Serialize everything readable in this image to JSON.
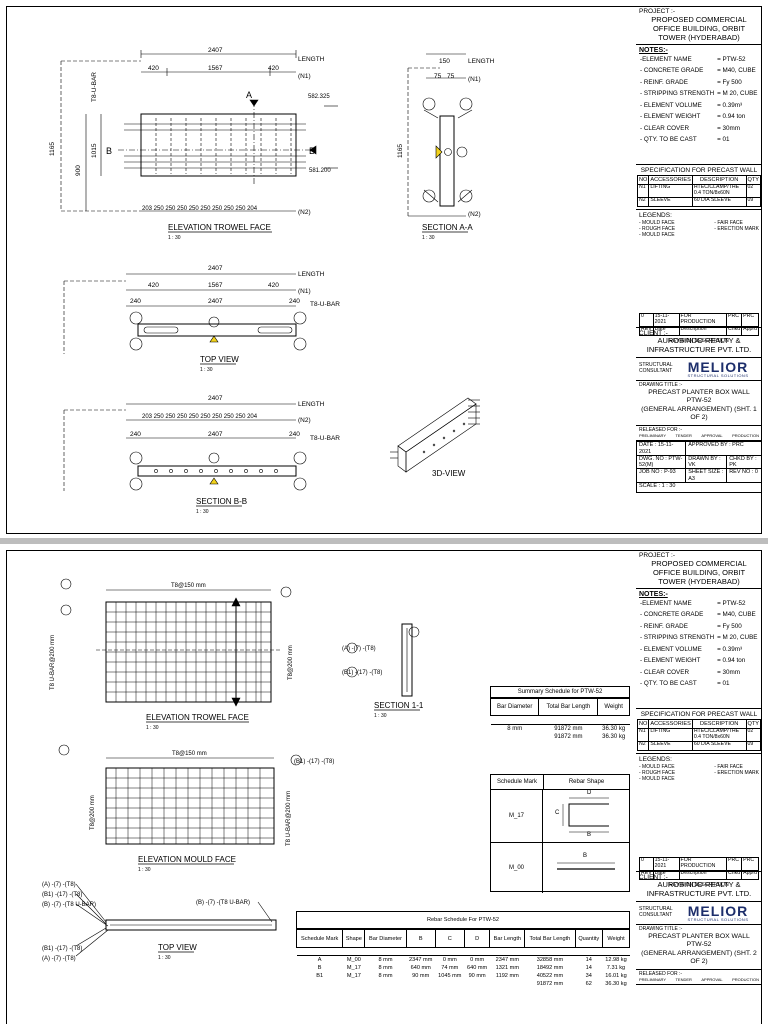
{
  "sheet1": {
    "titleblock": {
      "project_label": "PROJECT :-",
      "project_name": "PROPOSED COMMERCIAL OFFICE BUILDING, ORBIT TOWER (HYDERABAD)",
      "notes_title": "NOTES:-",
      "notes": [
        {
          "k": "-ELEMENT NAME",
          "v": "= PTW-52"
        },
        {
          "k": "- CONCRETE GRADE",
          "v": "= M40, CUBE"
        },
        {
          "k": "- REINF. GRADE",
          "v": "= Fy 500"
        },
        {
          "k": "- STRIPPING STRENGTH",
          "v": "= M 20, CUBE"
        },
        {
          "k": "- ELEMENT VOLUME",
          "v": "= 0.39m³"
        },
        {
          "k": "- ELEMENT WEIGHT",
          "v": "= 0.94 ton"
        },
        {
          "k": "- CLEAR COVER",
          "v": "= 30mm"
        },
        {
          "k": "- QTY. TO BE CAST",
          "v": "= 01"
        }
      ],
      "spec_title": "SPECIFICATION FOR PRECAST WALL",
      "spec_headers": [
        "NO",
        "ACCESSORIES",
        "DESCRIPTION",
        "QTY"
      ],
      "spec_rows": [
        [
          "N1",
          "LIFTING",
          "HTEC/CLAMP/THE 0.4 TON/8x60N",
          "02"
        ],
        [
          "N2",
          "SLEEVE",
          "60 DIA SLEEVE",
          "09"
        ]
      ],
      "legends_title": "LEGENDS:",
      "legends_left": [
        "- MOULD FACE",
        "- ROUGH FACE",
        "- MOULD FACE"
      ],
      "legends_right": [
        "- FAIR FACE",
        "- ERECTION MARK"
      ],
      "rev_row": [
        "0",
        "15-11-2021",
        "FOR PRODUCTION",
        "PRC",
        "PRC"
      ],
      "rev_head": [
        "REV",
        "Date",
        "Description",
        "Chkd",
        "Apprd"
      ],
      "rev_desc": "REVISION DESCRIPTION",
      "client_label": "CLIENT :-",
      "client_name": "AUROBINDO REALTY & INFRASTRUCTURE PVT. LTD.",
      "consultant_label": "STRUCTURAL CONSULTANT",
      "logo": "MELIOR",
      "logo_sub": "STRUCTURAL SOLUTIONS",
      "drawing_label": "DRAWING TITLE :-",
      "drawing_lines": [
        "PRECAST PLANTER BOX WALL",
        "PTW-52",
        "(GENERAL ARRANGEMENT) (SHT. 1 OF 2)"
      ],
      "released_label": "RELEASED FOR :-",
      "released_opts": [
        "PRELIMINARY",
        "TENDER",
        "APPROVAL",
        "PRODUCTION"
      ],
      "date_label": "DATE :",
      "date": "15-11-2021",
      "approved_label": "APPROVED BY :",
      "approved": "PRC",
      "dwg_label": "DWG. NO :",
      "dwg": "PTW-52(M)",
      "drawn_label": "DRAWN BY :",
      "drawn": "VK",
      "chkd_label": "CHKD BY :",
      "chkd": "PK",
      "job_label": "JOB NO :",
      "job": "P-93",
      "sheet_label": "SHEET SIZE :",
      "sheet": "A3",
      "revno_label": "REV NO :",
      "revno": "0",
      "scale_label": "SCALE :",
      "scale": "1 : 30"
    },
    "views": {
      "elev_title": "ELEVATION TROWEL FACE",
      "elev_scale": "1 : 30",
      "secaa_title": "SECTION A-A",
      "secaa_scale": "1 : 30",
      "top_title": "TOP VIEW",
      "top_scale": "1 : 30",
      "secbb_title": "SECTION B-B",
      "secbb_scale": "1 : 30",
      "view3d_title": "3D-VIEW",
      "length": "LENGTH",
      "n1": "(N1)",
      "n2": "(N2)",
      "t8u": "T8-U-BAR",
      "d2407": "2407",
      "d420": "420",
      "d1567": "1567",
      "d240": "240",
      "d150": "150",
      "d75": "75",
      "d1165": "1165",
      "d900": "900",
      "d1015": "1015",
      "d582": "582.325",
      "d581": "581.200",
      "spacing": "203  250  250  250  250  250  250  250  250  204",
      "sec_a": "A",
      "sec_b": "B"
    }
  },
  "sheet2": {
    "titleblock": {
      "drawing_lines": [
        "PRECAST PLANTER BOX WALL",
        "PTW-52",
        "(GENERAL ARRANGEMENT) (SHT. 2 OF 2)"
      ]
    },
    "views": {
      "elev_title": "ELEVATION TROWEL FACE",
      "elev_scale": "1 : 30",
      "mould_title": "ELEVATION MOULD FACE",
      "mould_scale": "1 : 30",
      "sec11_title": "SECTION 1-1",
      "sec11_scale": "1 : 30",
      "top_title": "TOP VIEW",
      "top_scale": "1 : 30",
      "t8_150": "T8@150 mm",
      "t8_200": "T8@200 mm",
      "t8u_200": "T8 U-BAR@200 mm",
      "lbl_b1": "(B1) -(17) -(T8)",
      "lbl_a": "(A) -(7) -(T8)",
      "lbl_b": "(B) -(7) -(T8 U-BAR)"
    },
    "summary": {
      "title": "Summary Schedule for PTW-52",
      "headers": [
        "Bar Diameter",
        "Total Bar Length",
        "Weight"
      ],
      "rows": [
        [
          "8 mm",
          "91872 mm",
          "36.30 kg"
        ],
        [
          "",
          "91872 mm",
          "36.30 kg"
        ]
      ]
    },
    "shapes": {
      "headers": [
        "Schedule Mark",
        "Rebar Shape"
      ],
      "rows": [
        "M_17",
        "M_00"
      ],
      "letters": [
        "D",
        "C",
        "B",
        "B"
      ]
    },
    "rebar": {
      "title": "Rebar Schedule For PTW-52",
      "headers": [
        "Schedule Mark",
        "Shape",
        "Bar Diameter",
        "B",
        "C",
        "D",
        "Bar Length",
        "Total Bar Length",
        "Quantity",
        "Weight"
      ],
      "rows": [
        [
          "A",
          "M_00",
          "8 mm",
          "2347 mm",
          "0 mm",
          "0 mm",
          "2347 mm",
          "32858 mm",
          "14",
          "12.98 kg"
        ],
        [
          "B",
          "M_17",
          "8 mm",
          "640 mm",
          "74 mm",
          "640 mm",
          "1321 mm",
          "18492 mm",
          "14",
          "7.31 kg"
        ],
        [
          "B1",
          "M_17",
          "8 mm",
          "90 mm",
          "1045 mm",
          "90 mm",
          "1192 mm",
          "40522 mm",
          "34",
          "16.01 kg"
        ],
        [
          "",
          "",
          "",
          "",
          "",
          "",
          "",
          "91872 mm",
          "62",
          "36.30 kg"
        ]
      ]
    }
  },
  "colors": {
    "ink": "#000000",
    "accent": "#f2d21b",
    "logo": "#1d2e6b"
  }
}
